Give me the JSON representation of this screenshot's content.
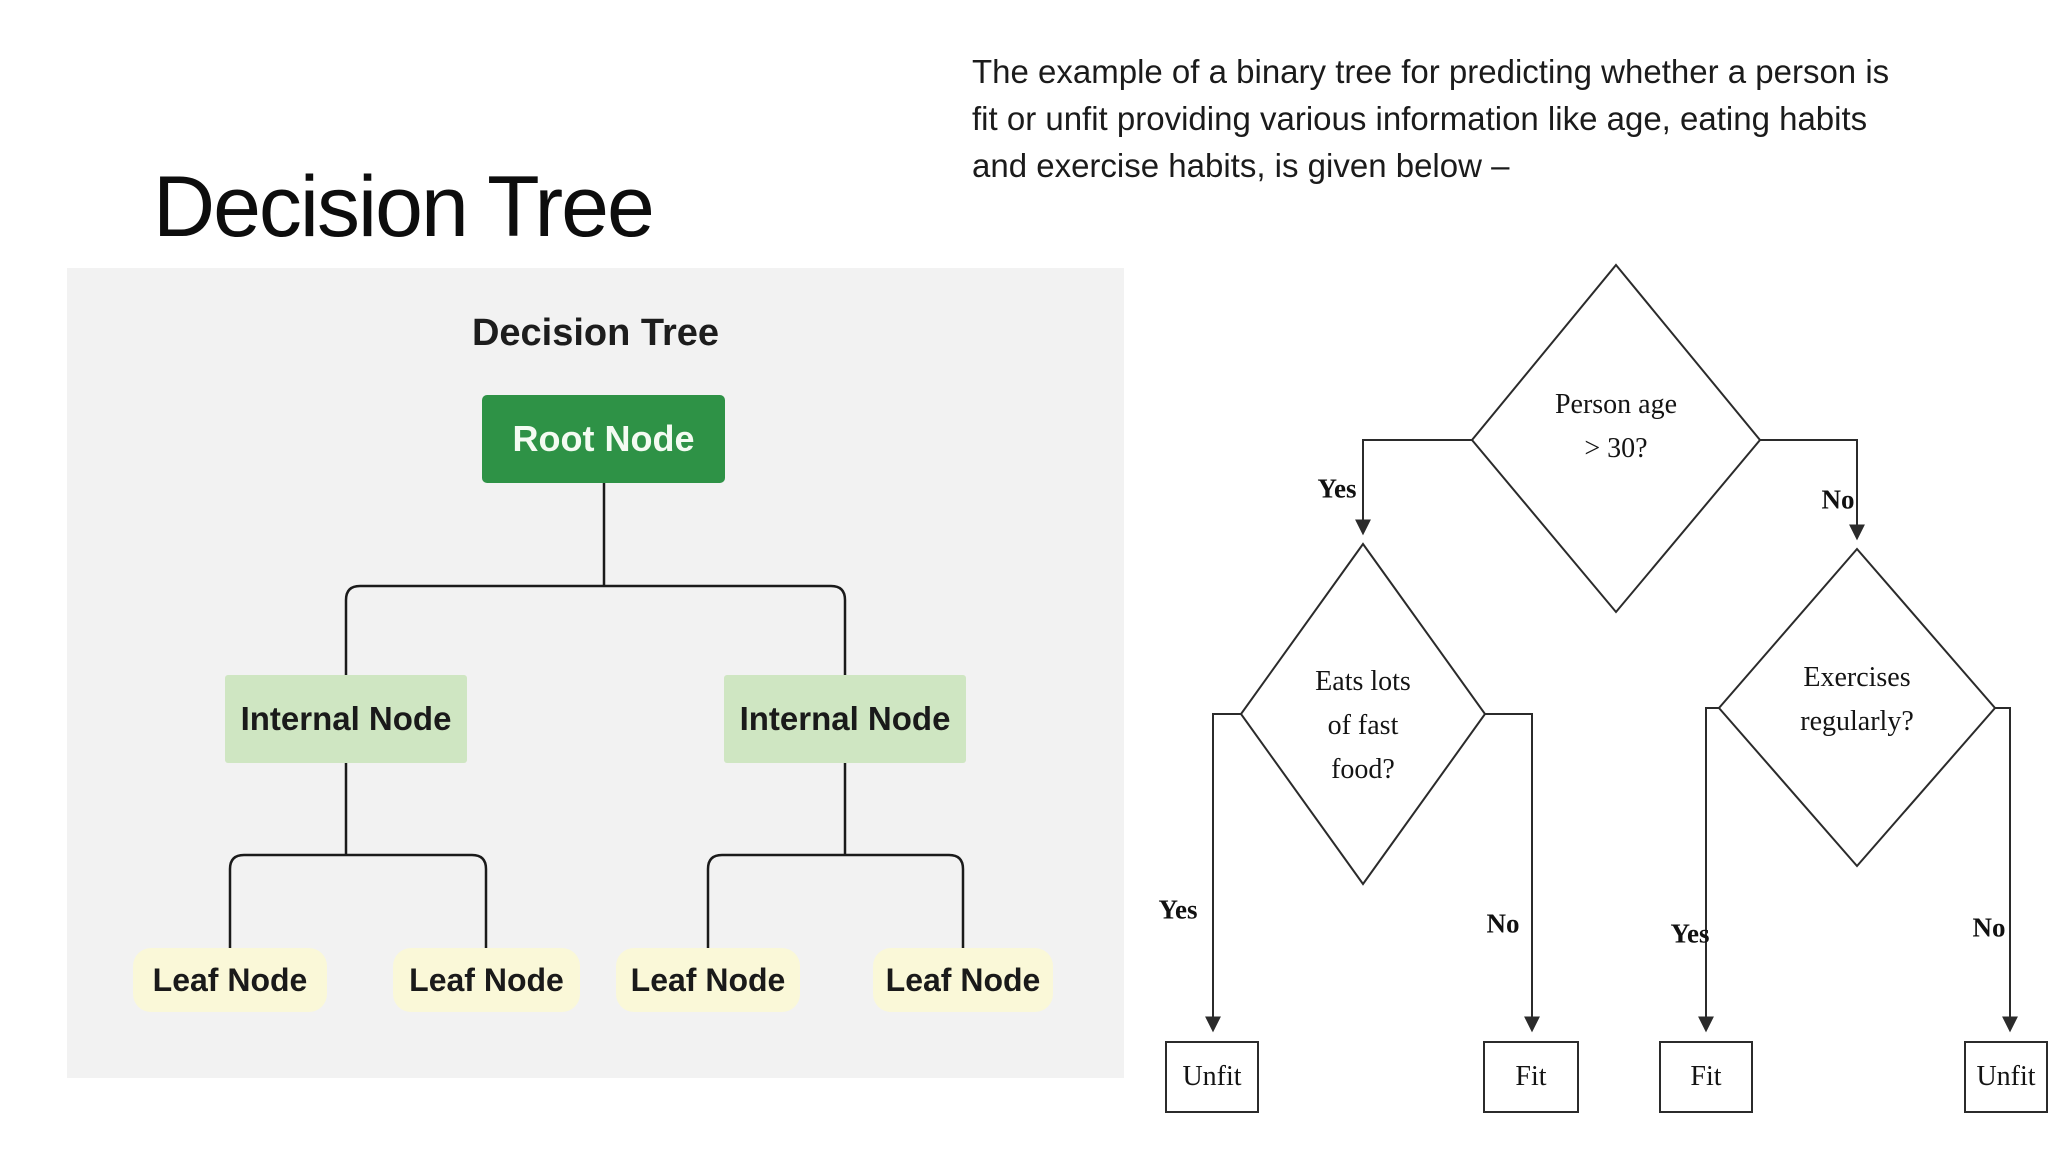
{
  "page": {
    "title": "Decision Tree",
    "description": "The example of a binary tree for predicting whether a person is\nfit or unfit providing various information like age, eating habits\nand exercise habits, is given below –"
  },
  "left_diagram": {
    "title": "Decision Tree",
    "root_label": "Root Node",
    "internal_left_label": "Internal Node",
    "internal_right_label": "Internal Node",
    "leaves": [
      "Leaf Node",
      "Leaf Node",
      "Leaf Node",
      "Leaf Node"
    ],
    "colors": {
      "panel_bg": "#f2f2f2",
      "root_bg": "#2e9246",
      "internal_bg": "#cfe6c2",
      "leaf_bg": "#faf8d8",
      "connector": "#1a1a1a"
    }
  },
  "flowchart": {
    "root_question": "Person age\n> 30?",
    "left_question": "Eats lots\nof fast\nfood?",
    "right_question": "Exercises\nregularly?",
    "edge_labels": {
      "root_yes": "Yes",
      "root_no": "No",
      "left_yes": "Yes",
      "left_no": "No",
      "right_yes": "Yes",
      "right_no": "No"
    },
    "outcomes": [
      "Unfit",
      "Fit",
      "Fit",
      "Unfit"
    ],
    "line_color": "#2b2b2b"
  }
}
